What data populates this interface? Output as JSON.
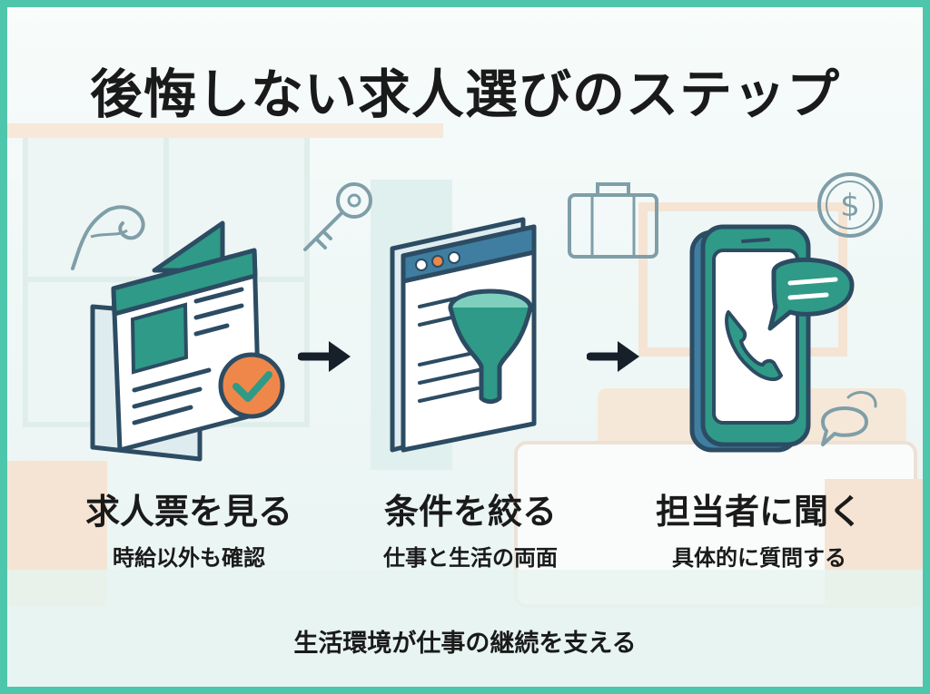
{
  "title": "後悔しない求人選びのステップ",
  "steps": [
    {
      "title": "求人票を見る",
      "subtitle": "時給以外も確認"
    },
    {
      "title": "条件を絞る",
      "subtitle": "仕事と生活の両面"
    },
    {
      "title": "担当者に聞く",
      "subtitle": "具体的に質問する"
    }
  ],
  "footer": "生活環境が仕事の継続を支える",
  "decor": {
    "dollar_symbol": "$"
  },
  "colors": {
    "border": "#4ec6ac",
    "teal": "#2f9a87",
    "navy": "#2c4c63",
    "orange": "#f0874a",
    "text": "#1a1a1a"
  }
}
